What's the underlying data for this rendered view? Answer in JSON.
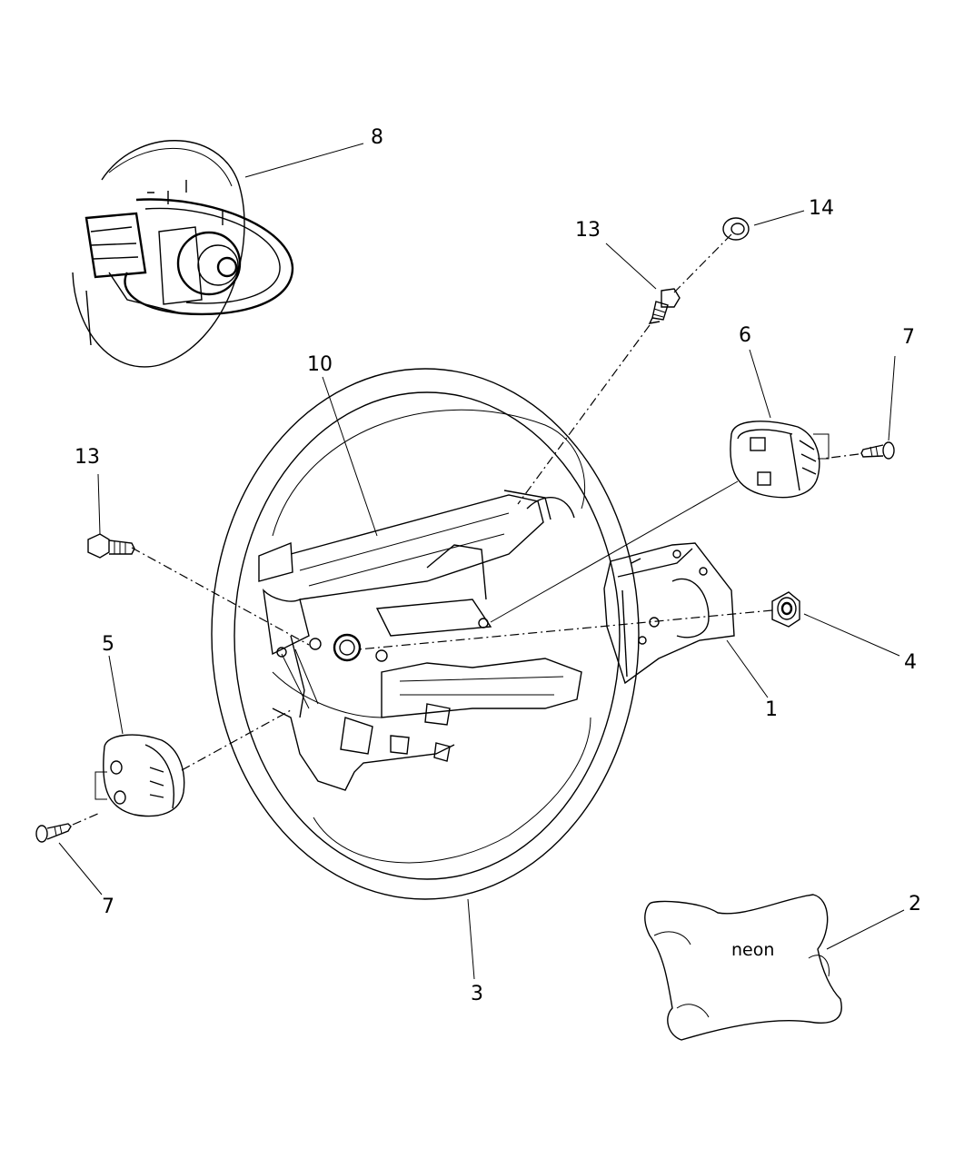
{
  "diagram": {
    "title": "Steering wheel assembly exploded view",
    "callouts": [
      {
        "id": "callout-1",
        "label": "1"
      },
      {
        "id": "callout-2",
        "label": "2"
      },
      {
        "id": "callout-3",
        "label": "3"
      },
      {
        "id": "callout-4",
        "label": "4"
      },
      {
        "id": "callout-5",
        "label": "5"
      },
      {
        "id": "callout-6",
        "label": "6"
      },
      {
        "id": "callout-7a",
        "label": "7"
      },
      {
        "id": "callout-7b",
        "label": "7"
      },
      {
        "id": "callout-8",
        "label": "8"
      },
      {
        "id": "callout-10",
        "label": "10"
      },
      {
        "id": "callout-13a",
        "label": "13"
      },
      {
        "id": "callout-13b",
        "label": "13"
      },
      {
        "id": "callout-14",
        "label": "14"
      }
    ],
    "airbag_brand": "neon"
  }
}
